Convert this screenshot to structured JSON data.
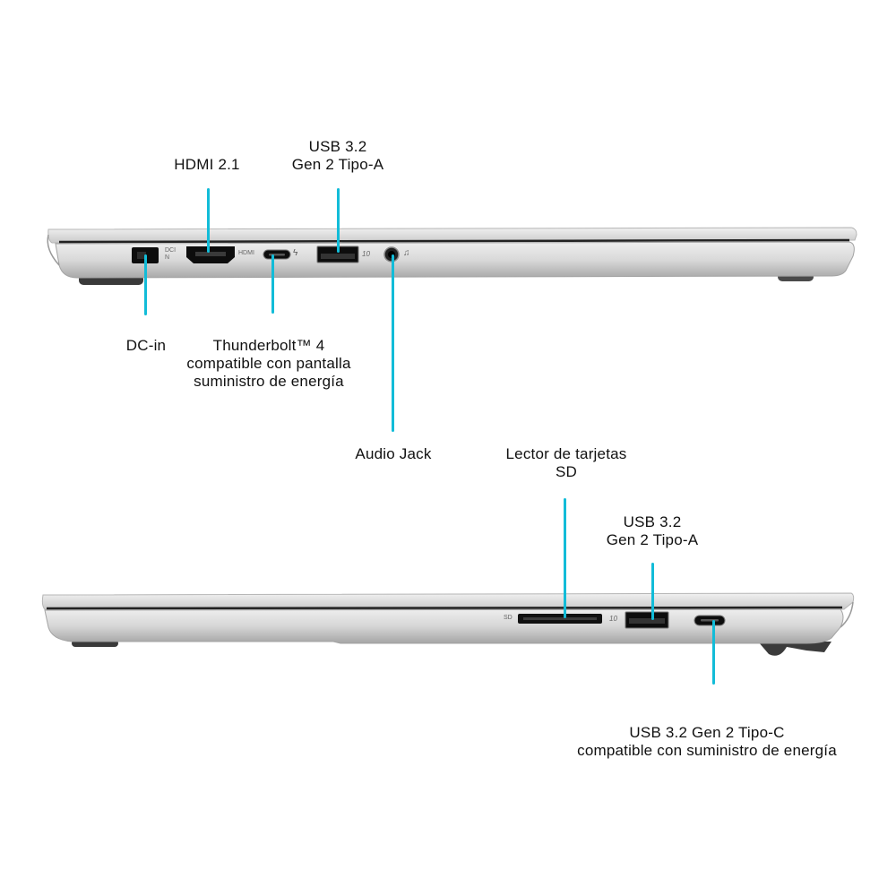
{
  "accent_color": "#12bcd8",
  "top_view": {
    "ports": [
      {
        "id": "dc-in",
        "lines": [
          "DC-in"
        ]
      },
      {
        "id": "hdmi",
        "lines": [
          "HDMI 2.1"
        ]
      },
      {
        "id": "thunderbolt",
        "lines": [
          "Thunderbolt™ 4",
          "compatible con pantalla",
          "suministro de energía"
        ]
      },
      {
        "id": "usb-a",
        "lines": [
          "USB 3.2",
          "Gen 2 Tipo-A"
        ]
      },
      {
        "id": "audio",
        "lines": [
          "Audio Jack"
        ]
      }
    ],
    "engravings": {
      "dc": "DCIN",
      "hdmi": "HDMI",
      "tb": "ϟ",
      "usb": "10",
      "audio": "♫"
    }
  },
  "bottom_view": {
    "ports": [
      {
        "id": "sd",
        "lines": [
          "Lector de tarjetas",
          "SD"
        ]
      },
      {
        "id": "usb-a",
        "lines": [
          "USB 3.2",
          "Gen 2 Tipo-A"
        ]
      },
      {
        "id": "usb-c",
        "lines": [
          "USB 3.2 Gen 2 Tipo-C",
          "compatible con suministro de energía"
        ]
      }
    ],
    "engravings": {
      "sd": "SD",
      "usb": "10"
    }
  }
}
